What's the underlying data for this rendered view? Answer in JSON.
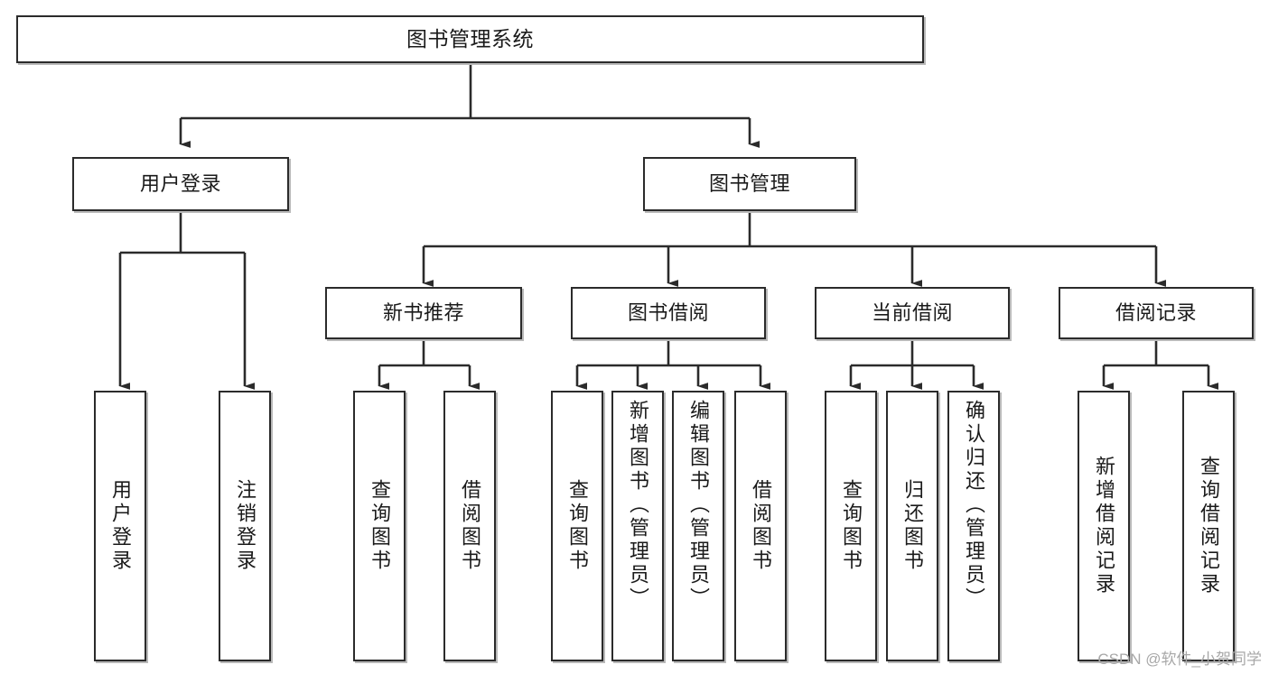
{
  "diagram": {
    "title": "图书管理系统",
    "type": "tree",
    "watermark": "CSDN @软件_小贺同学",
    "colors": {
      "box_border": "#2b2b2b",
      "box_fill": "#ffffff",
      "line": "#2b2b2b",
      "shadow": "#b9b9b9",
      "watermark": "#a8a8a8",
      "text": "#1a1a1a"
    },
    "root": {
      "label": "图书管理系统"
    },
    "level2": [
      {
        "label": "用户登录"
      },
      {
        "label": "图书管理"
      }
    ],
    "level3": [
      {
        "label": "新书推荐"
      },
      {
        "label": "图书借阅"
      },
      {
        "label": "当前借阅"
      },
      {
        "label": "借阅记录"
      }
    ],
    "leaves": {
      "user_login": [
        {
          "label": "用户登录"
        },
        {
          "label": "注销登录"
        }
      ],
      "new_book": [
        {
          "label": "查询图书"
        },
        {
          "label": "借阅图书"
        }
      ],
      "book_borrow": [
        {
          "label": "查询图书"
        },
        {
          "label": "新增图书（管理员）"
        },
        {
          "label": "编辑图书（管理员）"
        },
        {
          "label": "借阅图书"
        }
      ],
      "current_borrow": [
        {
          "label": "查询图书"
        },
        {
          "label": "归还图书"
        },
        {
          "label": "确认归还（管理员）"
        }
      ],
      "borrow_record": [
        {
          "label": "新增借阅记录"
        },
        {
          "label": "查询借阅记录"
        }
      ]
    }
  }
}
